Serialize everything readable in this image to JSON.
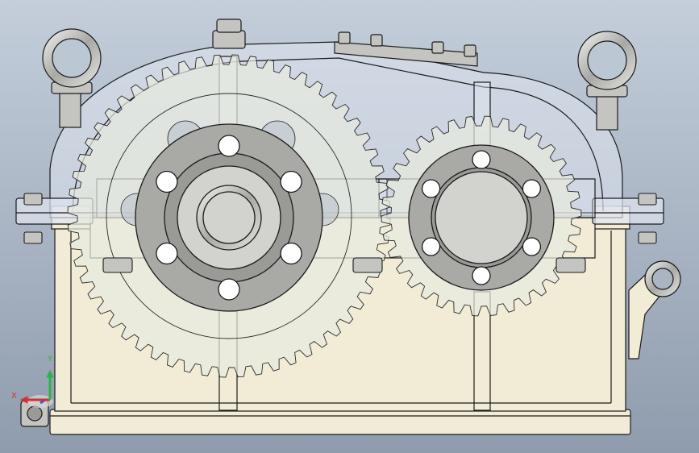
{
  "view": {
    "background_top": "#c4cedb",
    "background_bottom": "#8f9cad",
    "housing_color": "#f2ecd6",
    "cover_color": "#dfe6ef",
    "gear_color": "#e8eadf",
    "flange_color": "#a9a9a6",
    "shaft_color": "#d2d2ce",
    "bolt_color": "#c4c4c0",
    "edge_color": "#1a1a1a"
  },
  "assembly": {
    "gears": [
      {
        "name": "large-gear",
        "teeth": 56
      },
      {
        "name": "small-gear",
        "teeth": 34
      }
    ],
    "bearing_caps": [
      {
        "name": "input-bearing-cap",
        "bolt_count": 6
      },
      {
        "name": "output-bearing-cap",
        "bolt_count": 6
      }
    ]
  },
  "triad": {
    "x_label": "X",
    "y_label": "Y",
    "x_color": "#d63030",
    "y_color": "#2cb24a",
    "z_color": "#2f5fd6"
  }
}
